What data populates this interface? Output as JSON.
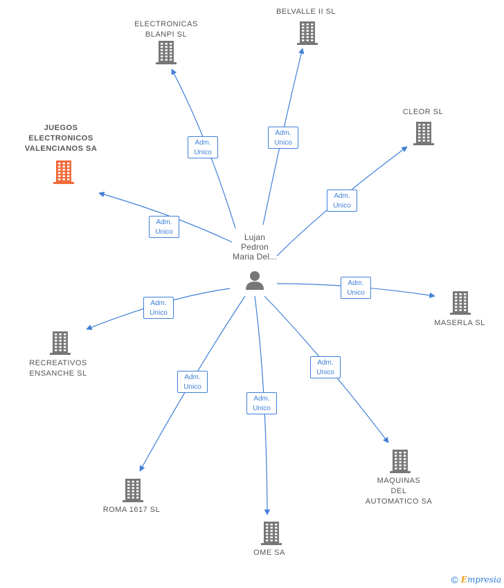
{
  "center": {
    "name": "Lujan\nPedron\nMaria Del...",
    "icon": "person-icon"
  },
  "edge_label": {
    "line1": "Adm.",
    "line2": "Unico"
  },
  "companies": [
    {
      "id": "electronicas-blanpi",
      "name": "ELECTRONICAS\nBLANPI SL",
      "highlight": false
    },
    {
      "id": "belvalle-ii",
      "name": "BELVALLE II SL",
      "highlight": false
    },
    {
      "id": "cleor",
      "name": "CLEOR SL",
      "highlight": false
    },
    {
      "id": "juegos-electronicos",
      "name": "JUEGOS\nELECTRONICOS\nVALENCIANOS SA",
      "highlight": true
    },
    {
      "id": "maserla",
      "name": "MASERLA SL",
      "highlight": false
    },
    {
      "id": "recreativos-ensanche",
      "name": "RECREATIVOS\nENSANCHE SL",
      "highlight": false
    },
    {
      "id": "maquinas-automatico",
      "name": "MAQUINAS\nDEL\nAUTOMATICO SA",
      "highlight": false
    },
    {
      "id": "roma-1617",
      "name": "ROMA 1617 SL",
      "highlight": false
    },
    {
      "id": "ome",
      "name": "OME SA",
      "highlight": false
    }
  ],
  "colors": {
    "edge": "#3f7fd8",
    "building": "#777777",
    "building_highlight": "#f26b3a",
    "person": "#777777"
  },
  "footer": {
    "copyright_symbol": "©",
    "brand_first": "E",
    "brand_rest": "mpresia"
  }
}
